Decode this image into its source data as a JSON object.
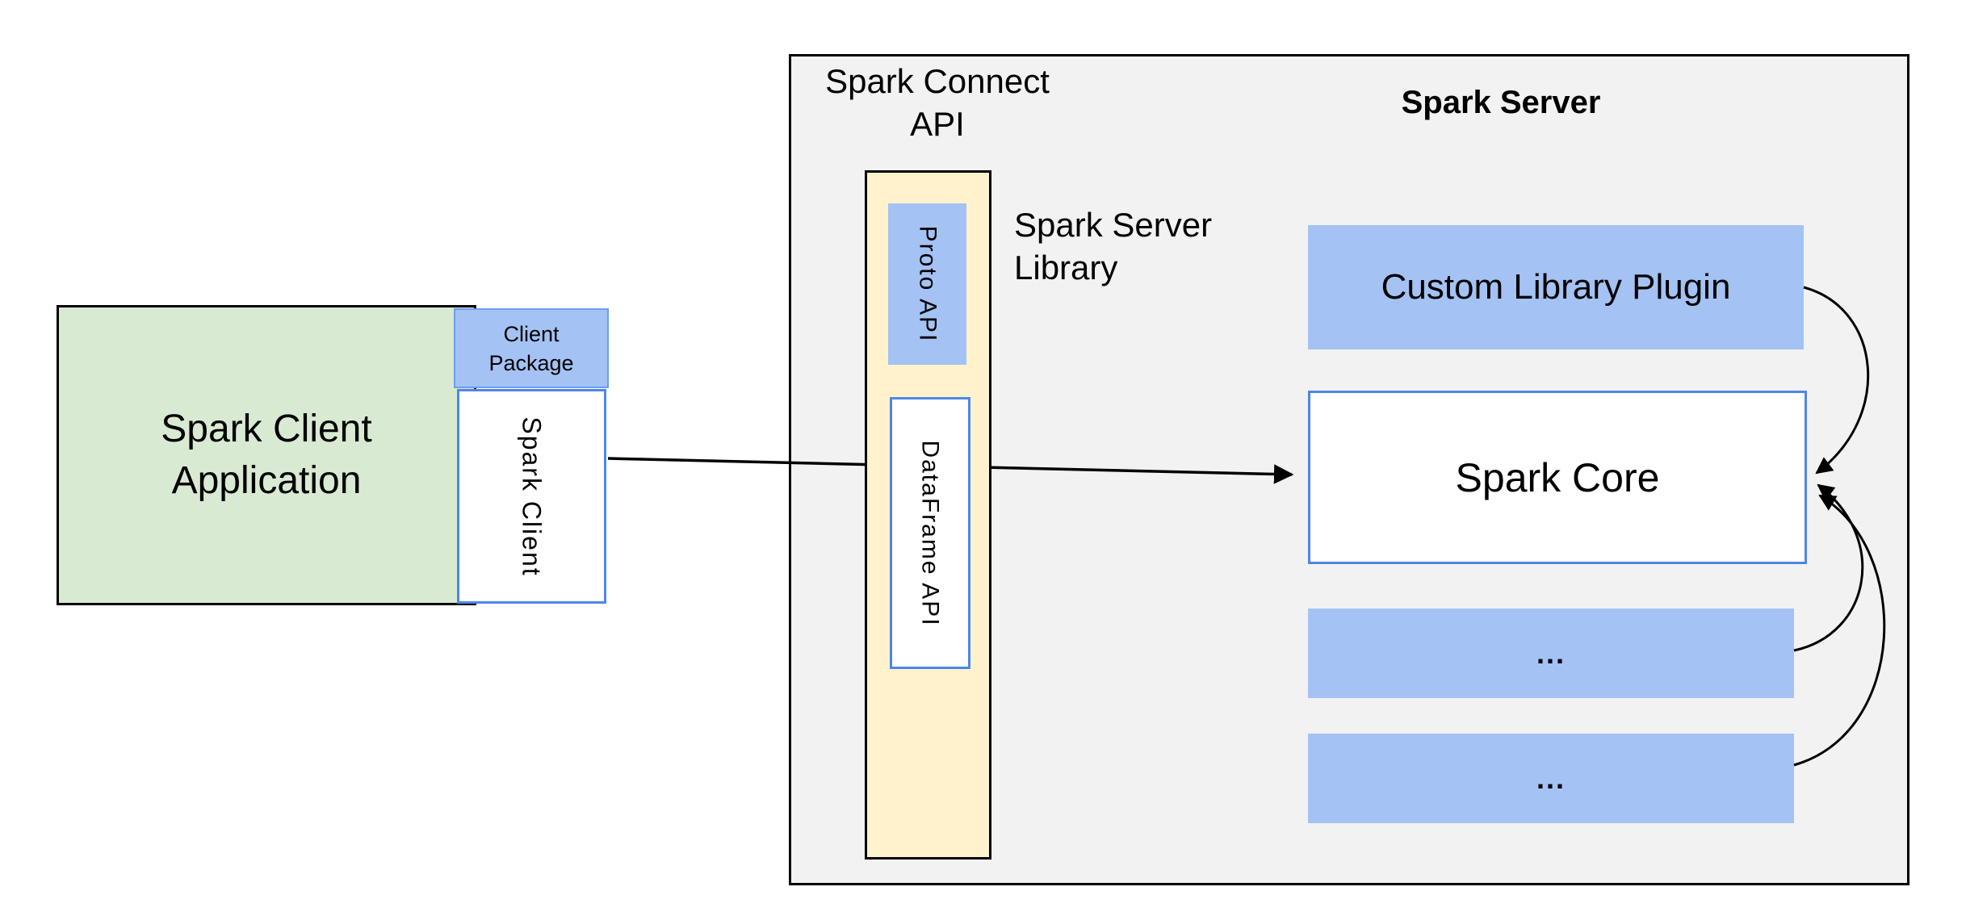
{
  "colors": {
    "background": "#ffffff",
    "panel-gray": "#f2f2f2",
    "panel-border": "#000000",
    "green-fill": "#d9ead3",
    "blue-fill": "#a4c2f4",
    "blue-border": "#6d9eeb",
    "accent-blue-border": "#4e86e8",
    "yellow-fill": "#fff2cc",
    "arrow-color": "#000000",
    "text-color": "#000000"
  },
  "client_app": {
    "title": "Spark Client\nApplication",
    "title_line1": "Spark Client",
    "title_line2": "Application",
    "package_label_line1": "Client",
    "package_label_line2": "Package",
    "client_label": "Spark Client"
  },
  "spark_connect": {
    "title_line1": "Spark Connect",
    "title_line2": "API",
    "proto_api_label": "Proto API",
    "dataframe_api_label": "DataFrame API",
    "server_library_line1": "Spark Server",
    "server_library_line2": "Library"
  },
  "spark_server": {
    "title": "Spark Server",
    "plugin_label": "Custom Library Plugin",
    "core_label": "Spark Core",
    "module1_label": "...",
    "module2_label": "..."
  }
}
